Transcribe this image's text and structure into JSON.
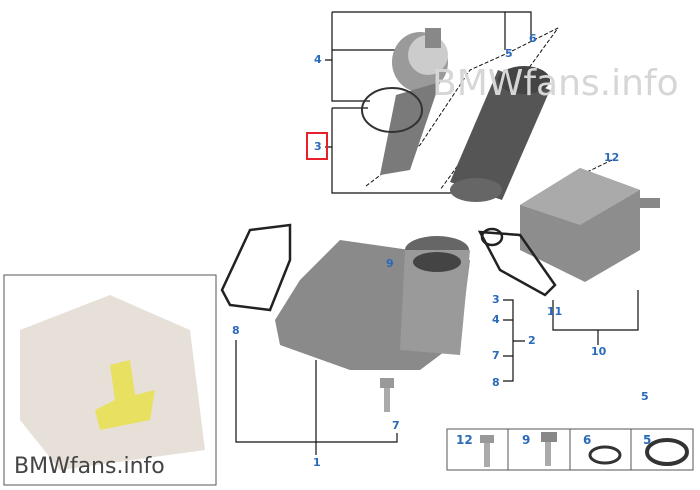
{
  "watermark": "BMWfans.info",
  "inset_watermark": "BMWfans.info",
  "highlight_color": "#e8202a",
  "label_color": "#2a6ab8",
  "callouts": {
    "c4_top": "4",
    "c3_top": "3",
    "c5_top": "5",
    "c6_top": "6",
    "c12": "12",
    "c9": "9",
    "c8_left": "8",
    "c11": "11",
    "c10": "10",
    "c3_right": "3",
    "c4_right": "4",
    "c2": "2",
    "c7_right": "7",
    "c8_right": "8",
    "c5_right": "5",
    "c7_bottom": "7",
    "c1": "1"
  },
  "parts_strip": [
    "12",
    "9",
    "6",
    "5"
  ]
}
